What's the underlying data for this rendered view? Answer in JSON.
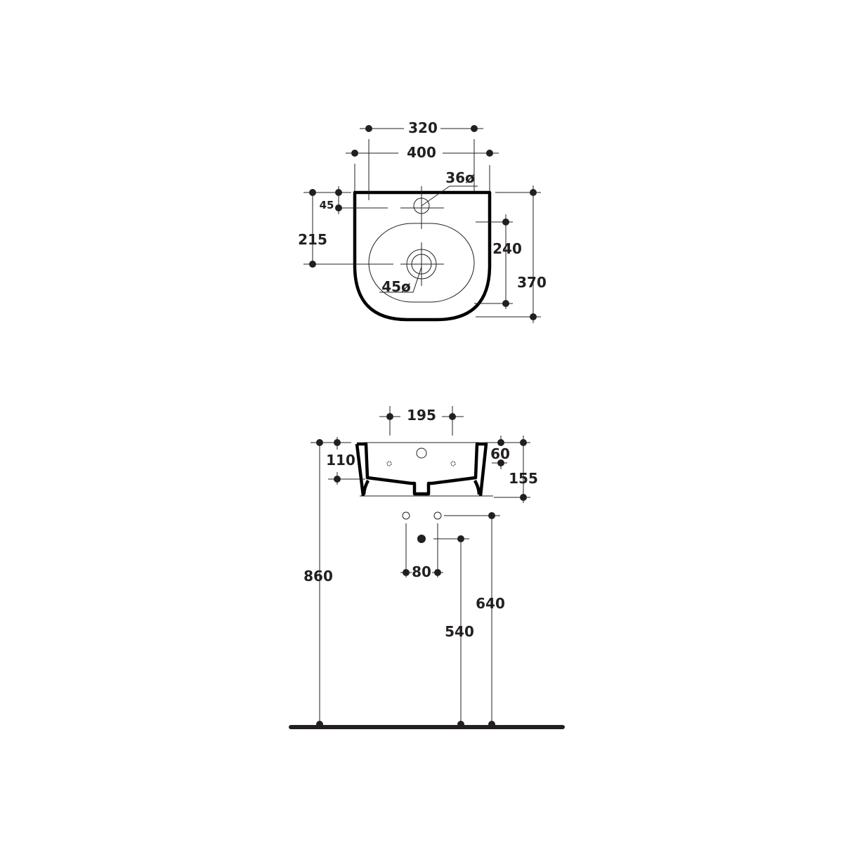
{
  "top_view": {
    "dims": {
      "width_taps": "320",
      "width_total": "400",
      "tap_offset": "45",
      "drain_from_back": "215",
      "tap_hole": "36ø",
      "bowl_depth": "240",
      "depth_total": "370",
      "drain_hole": "45ø"
    }
  },
  "front_view": {
    "dims": {
      "fixing_spacing": "195",
      "height_total": "860",
      "bowl_height": "110",
      "overflow_offset": "60",
      "basin_height": "155",
      "supply_spacing": "80",
      "waste_height": "540",
      "supply_height": "640"
    }
  },
  "colors": {
    "line": "#231f20"
  }
}
